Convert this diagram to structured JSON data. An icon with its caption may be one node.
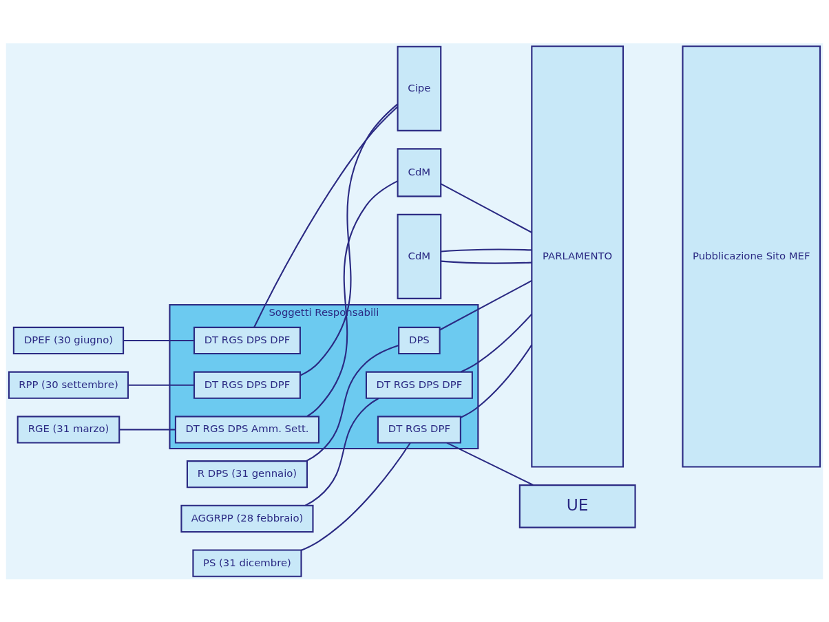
{
  "diagram": {
    "nodes": [
      {
        "text": [
          "DPEF (30 giugno)"
        ]
      },
      {
        "text": [
          "RPP (30 settembre)"
        ]
      },
      {
        "text": [
          "PS (31 dicembre)"
        ]
      },
      {
        "text": [
          "R DPS (31 gennaio)"
        ]
      },
      {
        "text": [
          "AGGRPP (28 febbraio)"
        ]
      },
      {
        "text": [
          "RGE (31 marzo)"
        ]
      },
      {
        "text": [
          "Soggetti Responsabili"
        ]
      },
      {
        "text": [
          "DT RGS DPS DPF"
        ],
        "in": 6
      },
      {
        "text": [
          "DT RGS DPS DPF"
        ],
        "in": 6
      },
      {
        "text": [
          "DT RGS DPF"
        ],
        "in": 6
      },
      {
        "text": [
          "DPS"
        ],
        "in": 6
      },
      {
        "text": [
          "DT RGS DPS DPF"
        ],
        "in": 6
      },
      {
        "text": [
          "DT RGS DPS Amm. Sett."
        ],
        "in": 6
      },
      {
        "text": [
          "Cipe"
        ]
      },
      {
        "text": [
          "CdM"
        ]
      },
      {
        "text": [
          "UE"
        ]
      },
      {
        "text": [
          "CdM"
        ]
      },
      {
        "text": [
          "PARLAMENTO"
        ]
      },
      {
        "text": [
          "Pubblicazione Sito MEF"
        ]
      }
    ],
    "edges": [
      {
        "from": 0,
        "to": 7,
        "arrow": "none"
      },
      {
        "from": 1,
        "to": 8,
        "arrow": "none"
      },
      {
        "from": 2,
        "to": 9,
        "arrow": "none"
      },
      {
        "from": 3,
        "to": 10,
        "arrow": "none"
      },
      {
        "from": 4,
        "to": 11,
        "arrow": "none"
      },
      {
        "from": 5,
        "to": 12,
        "arrow": "none"
      },
      {
        "from": 7,
        "to": 13,
        "arrow": "none"
      },
      {
        "from": 8,
        "to": 13,
        "arrow": "none"
      },
      {
        "from": 14,
        "to": 17,
        "arrow": "none"
      },
      {
        "from": 14,
        "to": 17,
        "arrow": "none"
      },
      {
        "from": 9,
        "to": 15,
        "arrow": "none"
      },
      {
        "from": 9,
        "to": 17,
        "arrow": "none"
      },
      {
        "from": 10,
        "to": 17,
        "arrow": "none"
      },
      {
        "from": 11,
        "to": 17,
        "arrow": "none"
      },
      {
        "from": 12,
        "to": 16,
        "arrow": "none"
      },
      {
        "from": 16,
        "to": 17,
        "arrow": "none"
      }
    ]
  }
}
